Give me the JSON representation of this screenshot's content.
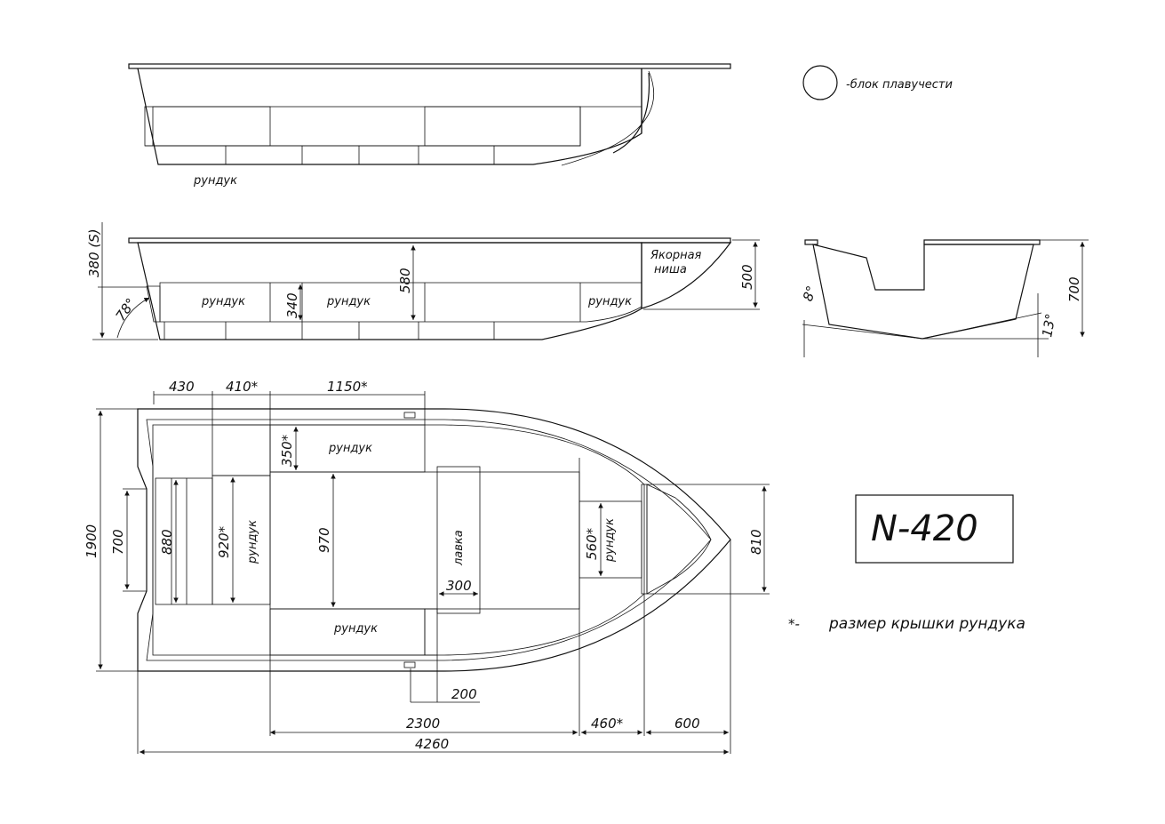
{
  "legend": {
    "text": "-блок плавучести"
  },
  "labels": {
    "locker": "рундук",
    "anchor_line1": "Якорная",
    "anchor_line2": "ниша",
    "bench": "лавка"
  },
  "side_view": {
    "height_s": "380 (S)",
    "transom_angle": "78°",
    "depth_580": "580",
    "locker_340": "340",
    "bow_height": "500"
  },
  "section_view": {
    "height": "700",
    "deadrise_left": "8°",
    "deadrise_right": "13°"
  },
  "plan_view": {
    "d430": "430",
    "d410": "410*",
    "d1150": "1150*",
    "d350": "350*",
    "d1900": "1900",
    "d700": "700",
    "d880": "880",
    "d920": "920*",
    "d970": "970",
    "d300": "300",
    "d560": "560*",
    "d810": "810",
    "d200": "200",
    "d2300": "2300",
    "d460": "460*",
    "d600": "600",
    "d4260": "4260"
  },
  "model": {
    "name": "N-420"
  },
  "note": {
    "marker": "*-",
    "text": "размер крышки рундука"
  },
  "colors": {
    "locker": "#d9a104",
    "floor": "#9b2600",
    "hull": "#e3e3e3",
    "gunwale": "#808080"
  }
}
